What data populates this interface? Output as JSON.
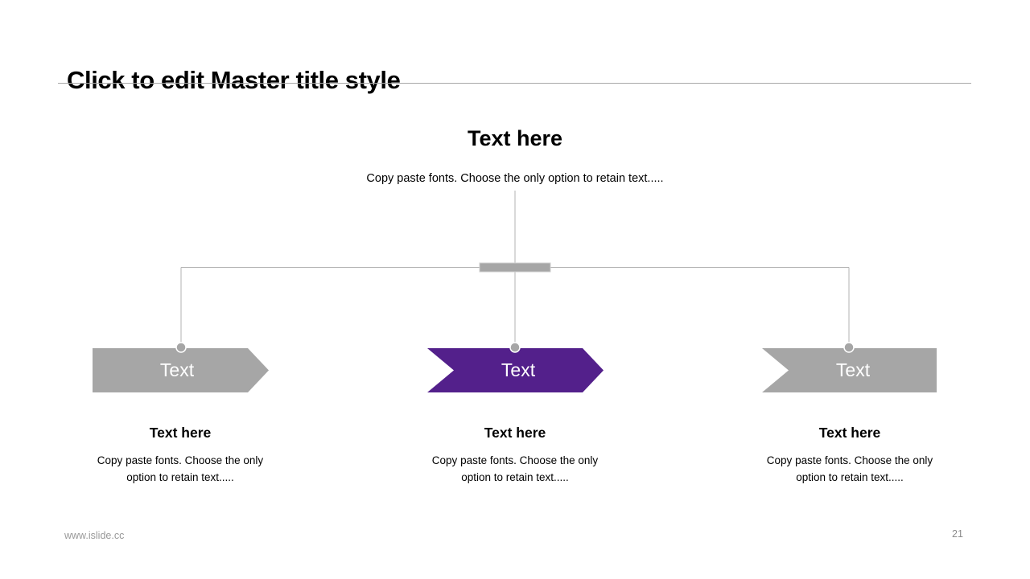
{
  "title": "Click to edit Master title style",
  "section": {
    "heading": "Text here",
    "subtitle": "Copy paste fonts. Choose the only option to retain text....."
  },
  "colors": {
    "accent_purple": "#53208b",
    "shape_gray": "#a6a6a6",
    "connector_line": "#b3b3b3"
  },
  "items": [
    {
      "arrow_label": "Text",
      "heading": "Text here",
      "body": "Copy paste fonts. Choose the only option to retain text.....",
      "color": "#a6a6a6"
    },
    {
      "arrow_label": "Text",
      "heading": "Text here",
      "body": "Copy paste fonts. Choose the only option to retain text.....",
      "color": "#53208b"
    },
    {
      "arrow_label": "Text",
      "heading": "Text here",
      "body": "Copy paste fonts. Choose the only option to retain text.....",
      "color": "#a6a6a6"
    }
  ],
  "footer": {
    "url": "www.islide.cc",
    "page_number": "21"
  }
}
